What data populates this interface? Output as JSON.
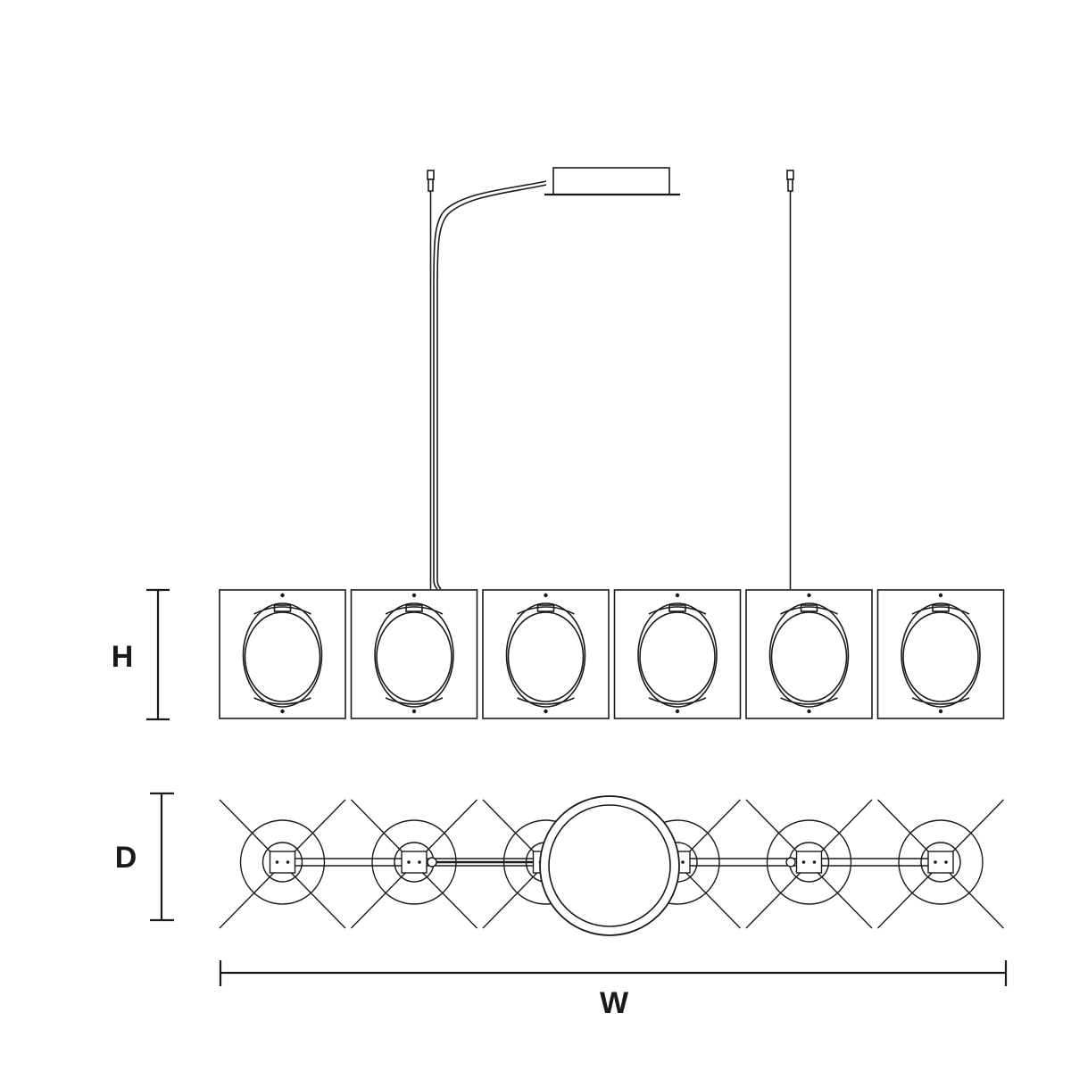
{
  "dimensions": {
    "height_label": "H",
    "depth_label": "D",
    "width_label": "W"
  },
  "fixture": {
    "module_count": 6
  },
  "colors": {
    "line": "#1a1a1a",
    "background": "#ffffff"
  }
}
